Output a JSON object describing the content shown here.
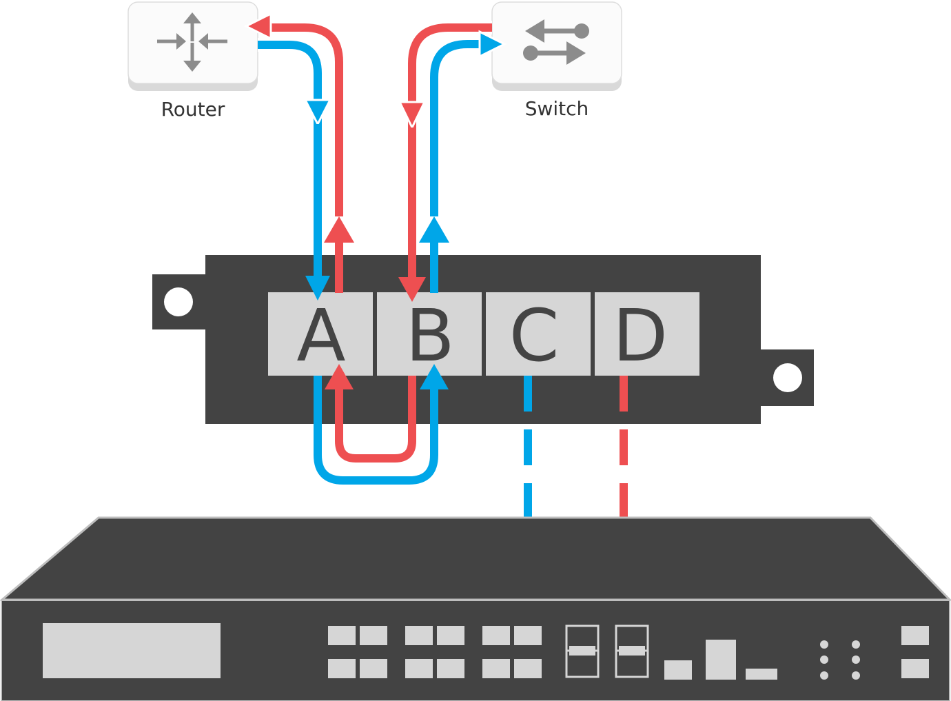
{
  "devices": {
    "router": {
      "label": "Router",
      "icon": "router-icon"
    },
    "switch": {
      "label": "Switch",
      "icon": "switch-icon"
    }
  },
  "tap": {
    "ports": [
      "A",
      "B",
      "C",
      "D"
    ]
  },
  "colors": {
    "blue": "#00a6e8",
    "red": "#ee4f51",
    "dark": "#434343",
    "port_bg": "#d6d6d6",
    "icon_gray": "#8c8c8c"
  }
}
